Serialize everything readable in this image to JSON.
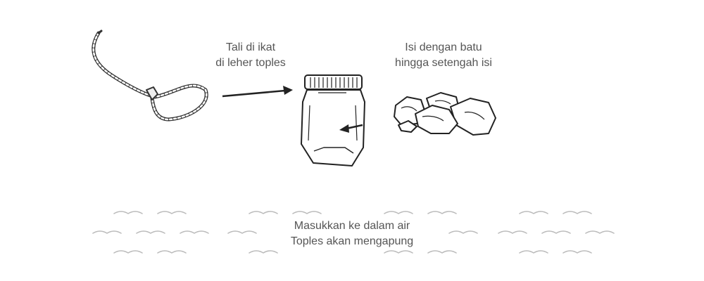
{
  "steps": {
    "rope_label_line1": "Tali di ikat",
    "rope_label_line2": "di leher toples",
    "stones_label_line1": "Isi dengan batu",
    "stones_label_line2": "hingga setengah isi",
    "water_label_line1": "Masukkan ke dalam air",
    "water_label_line2": "Toples akan mengapung"
  },
  "icons": {
    "rope": "rope-icon",
    "jar": "jar-icon",
    "stones": "stones-icon",
    "water": "water-waves-icon",
    "arrow": "arrow-icon"
  },
  "colors": {
    "ink": "#222222",
    "text": "#555555",
    "wave": "#bbbbbb"
  }
}
